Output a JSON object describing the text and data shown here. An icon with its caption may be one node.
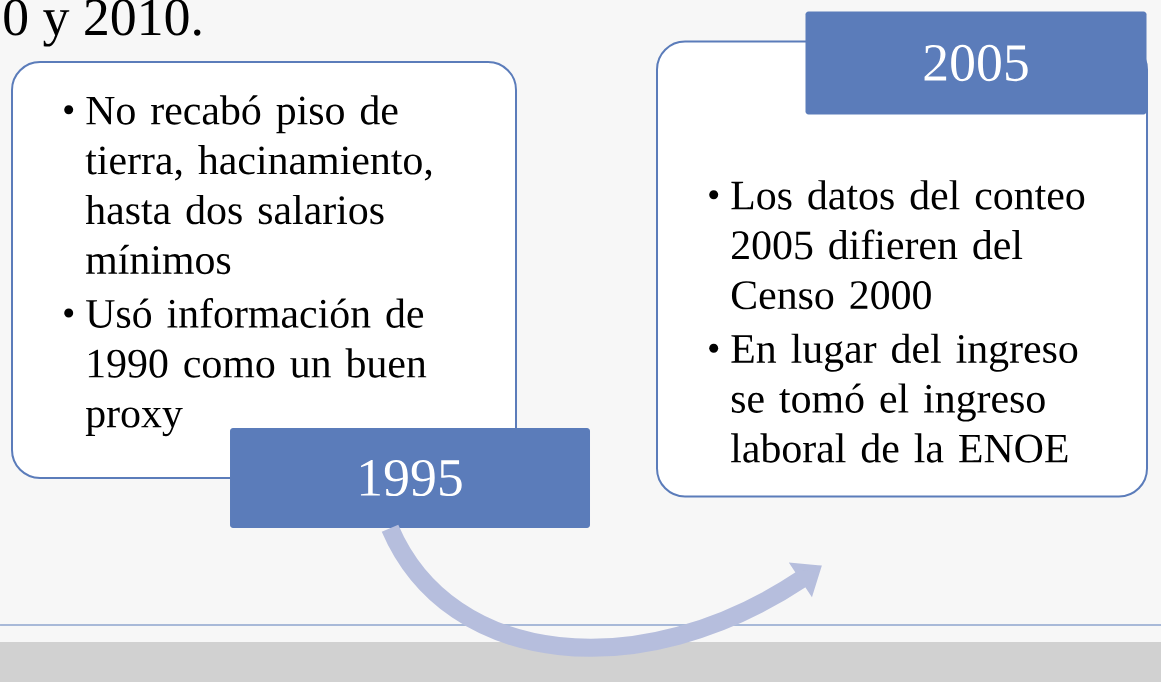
{
  "diagram": {
    "nodes": [
      {
        "text": [
          "No recabó piso de tierra, hacinamiento, hasta dos salarios mínimos",
          "Usó información de 1990 como un buen proxy"
        ]
      },
      {
        "text": [
          "1995"
        ]
      },
      {
        "text": [
          "Los datos del conteo 2005 difieren del Censo 2000",
          "En lugar del ingreso se tomó el ingreso laboral de la ENOE"
        ]
      },
      {
        "text": [
          "2005"
        ]
      }
    ],
    "edges": [
      {
        "from": 1,
        "to": 2,
        "arrow": "to"
      }
    ],
    "labels": [
      "0 y 2010."
    ]
  }
}
